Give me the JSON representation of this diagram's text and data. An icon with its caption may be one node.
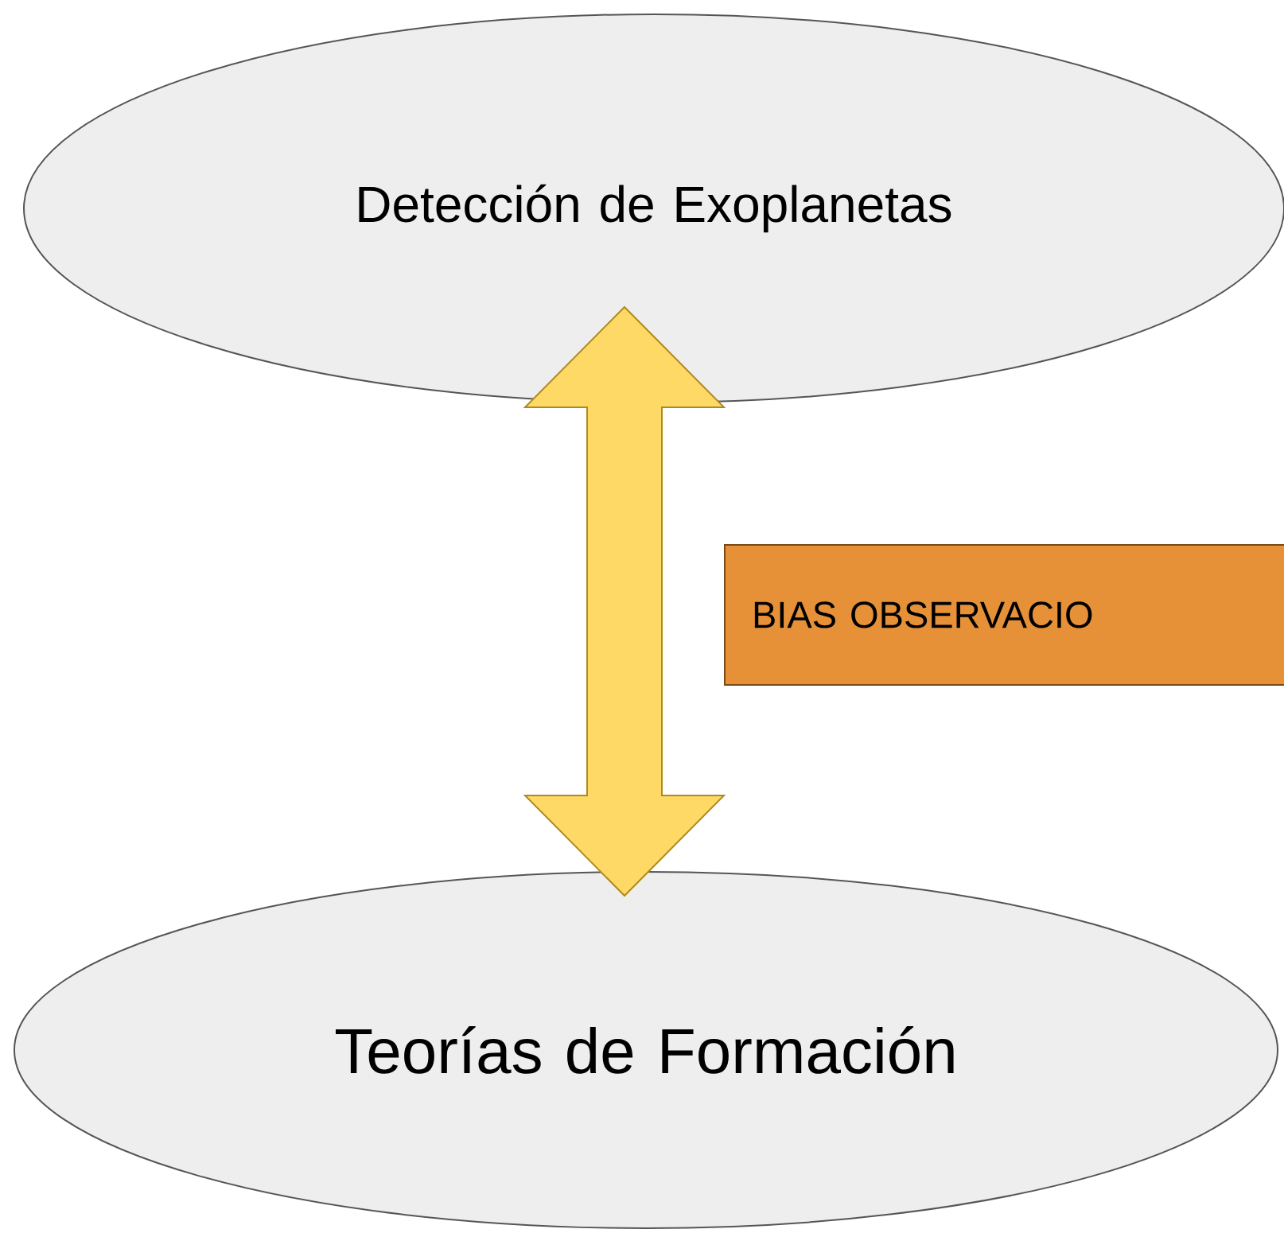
{
  "diagram": {
    "nodes": [
      {
        "text": [
          "Detección de Exoplanetas"
        ]
      },
      {
        "text": [
          "Teorías de Formación"
        ]
      },
      {
        "text": [
          "BIAS OBSERVACIO"
        ]
      }
    ],
    "edges": [
      {
        "from": 0,
        "to": 1,
        "arrow": "both"
      }
    ]
  }
}
